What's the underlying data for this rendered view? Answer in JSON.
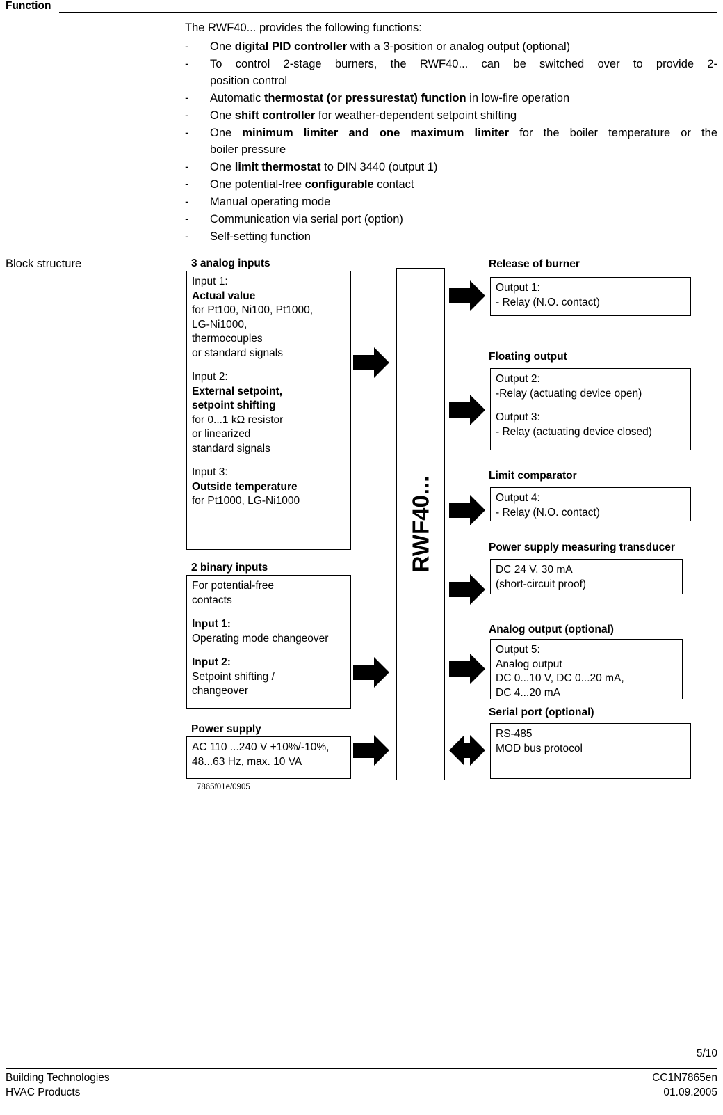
{
  "section": {
    "title": "Function",
    "intro": "The RWF40... provides the following functions:"
  },
  "functions": [
    {
      "dash": "-",
      "parts": [
        {
          "t": "One ",
          "b": false
        },
        {
          "t": "digital PID controller",
          "b": true
        },
        {
          "t": " with a 3-position or analog output (optional)",
          "b": false
        }
      ]
    },
    {
      "dash": "-",
      "justify": true,
      "lines": [
        "To control 2-stage burners, the RWF40... can be switched over to provide 2-",
        "position control"
      ]
    },
    {
      "dash": "-",
      "parts": [
        {
          "t": "Automatic ",
          "b": false
        },
        {
          "t": "thermostat (or pressurestat) function",
          "b": true
        },
        {
          "t": " in low-fire operation",
          "b": false
        }
      ]
    },
    {
      "dash": "-",
      "parts": [
        {
          "t": "One ",
          "b": false
        },
        {
          "t": "shift controller",
          "b": true
        },
        {
          "t": " for weather-dependent setpoint shifting",
          "b": false
        }
      ]
    },
    {
      "dash": "-",
      "justify": true,
      "rich": [
        [
          {
            "t": "One ",
            "b": false
          },
          {
            "t": "minimum limiter and one maximum limiter",
            "b": true
          },
          {
            "t": " for the boiler temperature or the",
            "b": false
          }
        ],
        [
          {
            "t": "boiler pressure",
            "b": false
          }
        ]
      ]
    },
    {
      "dash": "-",
      "parts": [
        {
          "t": "One ",
          "b": false
        },
        {
          "t": "limit thermostat",
          "b": true
        },
        {
          "t": " to DIN 3440 (output 1)",
          "b": false
        }
      ]
    },
    {
      "dash": "-",
      "parts": [
        {
          "t": "One potential-free ",
          "b": false
        },
        {
          "t": "configurable",
          "b": true
        },
        {
          "t": " contact",
          "b": false
        }
      ]
    },
    {
      "dash": "-",
      "parts": [
        {
          "t": "Manual operating mode",
          "b": false
        }
      ]
    },
    {
      "dash": "-",
      "parts": [
        {
          "t": "Communication via serial port (option)",
          "b": false
        }
      ]
    },
    {
      "dash": "-",
      "parts": [
        {
          "t": "Self-setting function",
          "b": false
        }
      ]
    }
  ],
  "block_structure": {
    "label": "Block structure",
    "device_name": "RWF40...",
    "figure_id": "7865f01e/0905",
    "left": {
      "analog_inputs": {
        "header": "3 analog inputs",
        "lines": [
          {
            "t": "Input 1:",
            "b": false
          },
          {
            "t": "Actual value",
            "b": true
          },
          {
            "t": "for Pt100, Ni100, Pt1000,",
            "b": false
          },
          {
            "t": "LG-Ni1000,",
            "b": false
          },
          {
            "t": "thermocouples",
            "b": false
          },
          {
            "t": "or standard signals",
            "b": false
          },
          {
            "t": "",
            "gap": true
          },
          {
            "t": "Input 2:",
            "b": false
          },
          {
            "t": "External setpoint,",
            "b": true
          },
          {
            "t": "setpoint shifting",
            "b": true
          },
          {
            "t": "for 0...1 kΩ resistor",
            "b": false
          },
          {
            "t": "or linearized",
            "b": false
          },
          {
            "t": "standard signals",
            "b": false
          },
          {
            "t": "",
            "gap": true
          },
          {
            "t": "Input 3:",
            "b": false
          },
          {
            "t": "Outside temperature",
            "b": true
          },
          {
            "t": "for Pt1000, LG-Ni1000",
            "b": false
          }
        ]
      },
      "binary_inputs": {
        "header": "2 binary inputs",
        "lines": [
          {
            "t": "For potential-free",
            "b": false
          },
          {
            "t": "contacts",
            "b": false
          },
          {
            "t": "",
            "gap": true
          },
          {
            "t": "Input 1:",
            "b": true
          },
          {
            "t": "Operating mode changeover",
            "b": false
          },
          {
            "t": "",
            "gap": true
          },
          {
            "t": "Input 2:",
            "b": true
          },
          {
            "t": "Setpoint shifting /",
            "b": false
          },
          {
            "t": "changeover",
            "b": false
          }
        ]
      },
      "power_supply": {
        "header": "Power supply",
        "lines": [
          {
            "t": "AC 110 ...240 V +10%/-10%,",
            "b": false
          },
          {
            "t": "48...63 Hz, max. 10 VA",
            "b": false
          }
        ]
      }
    },
    "right": {
      "release_of_burner": {
        "header": "Release of burner",
        "lines": [
          {
            "t": "Output 1:",
            "b": false
          },
          {
            "t": "- Relay (N.O. contact)",
            "b": false
          }
        ]
      },
      "floating_output": {
        "header": "Floating output",
        "lines": [
          {
            "t": "Output 2:",
            "b": false
          },
          {
            "t": "-Relay (actuating device open)",
            "b": false
          },
          {
            "t": "",
            "gap": true
          },
          {
            "t": "Output 3:",
            "b": false
          },
          {
            "t": "- Relay (actuating device closed)",
            "b": false
          }
        ]
      },
      "limit_comparator": {
        "header": "Limit comparator",
        "lines": [
          {
            "t": "Output 4:",
            "b": false
          },
          {
            "t": "- Relay (N.O. contact)",
            "b": false
          }
        ]
      },
      "measuring_transducer": {
        "header": "Power supply measuring transducer",
        "lines": [
          {
            "t": "DC 24 V, 30 mA",
            "b": false
          },
          {
            "t": "(short-circuit proof)",
            "b": false
          }
        ]
      },
      "analog_output": {
        "header": "Analog output (optional)",
        "lines": [
          {
            "t": "Output 5:",
            "b": false
          },
          {
            "t": "Analog output",
            "b": false
          },
          {
            "t": "DC 0...10 V, DC 0...20 mA,",
            "b": false
          },
          {
            "t": "DC 4...20 mA",
            "b": false
          }
        ]
      },
      "serial_port": {
        "header": "Serial port (optional)",
        "lines": [
          {
            "t": "RS-485",
            "b": false
          },
          {
            "t": "MOD bus protocol",
            "b": false
          }
        ]
      }
    }
  },
  "footer": {
    "page_number": "5/10",
    "left_line1": "Building Technologies",
    "left_line2": "HVAC Products",
    "right_line1": "CC1N7865en",
    "right_line2": "01.09.2005"
  }
}
